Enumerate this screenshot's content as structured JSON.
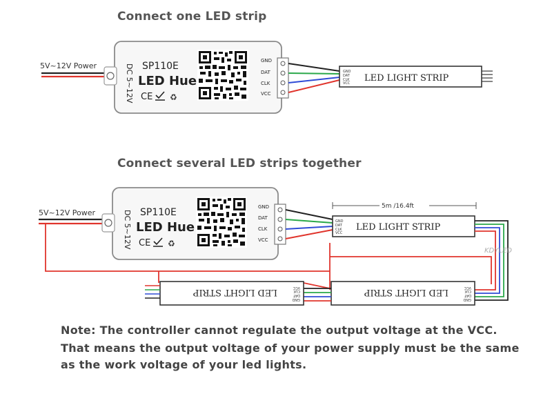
{
  "headings": {
    "one_strip": "Connect one LED strip",
    "several_strips": "Connect several LED strips together"
  },
  "controller": {
    "model": "SP110E",
    "brand": "LED Hue",
    "input_rating": "DC 5~12V",
    "cert_ce": "CE",
    "pins": [
      "GND",
      "DAT",
      "CLK",
      "VCC"
    ]
  },
  "power_label": "5V~12V Power",
  "strip": {
    "label": "LED LIGHT STRIP",
    "pins": [
      "GND",
      "DAT",
      "CLK",
      "VCC"
    ],
    "length": "5m /16.4ft"
  },
  "watermark": "KDYLED",
  "note": {
    "line1": "Note:  The controller cannot regulate the output voltage at the VCC.",
    "line2": "That means the output voltage of your power supply must be the same",
    "line3": "as the work voltage of your led lights."
  },
  "wire_colors": {
    "red": "#e0342c",
    "green": "#2aa84a",
    "blue": "#2f4bd6",
    "black": "#222222",
    "white": "#ffffff"
  }
}
